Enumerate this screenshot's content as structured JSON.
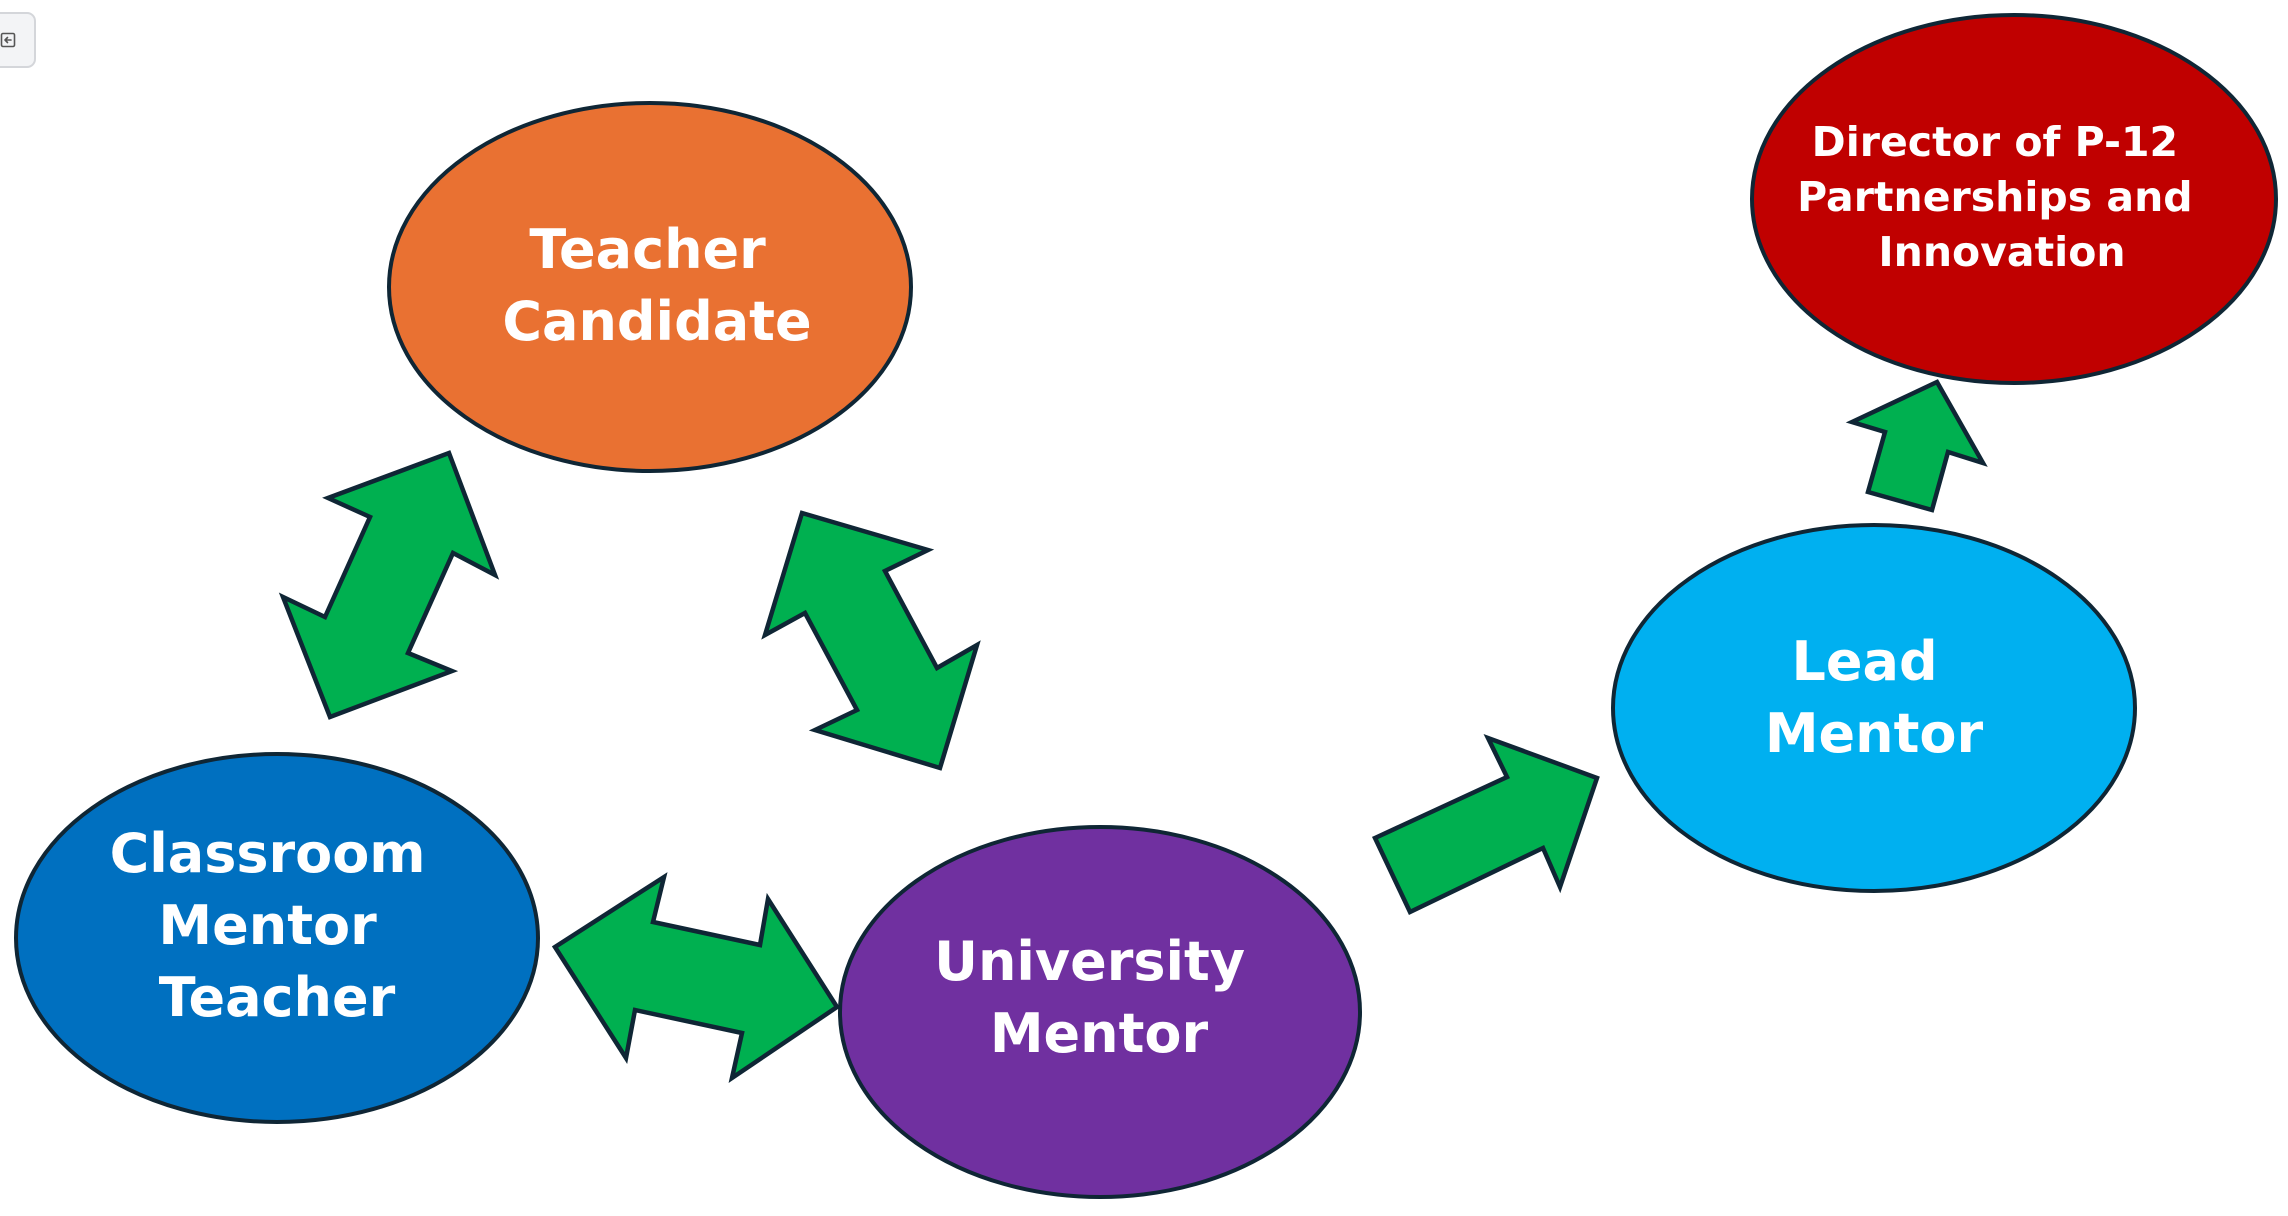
{
  "toolbar": {
    "collapse_button": {
      "icon": "exit-panel-icon",
      "symbol": "←"
    }
  },
  "diagram": {
    "title": "",
    "stroke_color": "#0f2635",
    "arrow_color": "#00b050",
    "nodes": [
      {
        "id": "teacher-candidate",
        "lines": [
          "Teacher",
          "Candidate"
        ],
        "color": "#e97132"
      },
      {
        "id": "classroom-mentor-teacher",
        "lines": [
          "Classroom",
          "Mentor",
          "Teacher"
        ],
        "color": "#0070c0"
      },
      {
        "id": "university-mentor",
        "lines": [
          "University",
          "Mentor"
        ],
        "color": "#7030a0"
      },
      {
        "id": "lead-mentor",
        "lines": [
          "Lead",
          "Mentor"
        ],
        "color": "#00b0f0"
      },
      {
        "id": "director",
        "lines": [
          "Director of P-12",
          "Partnerships and",
          "Innovation"
        ],
        "color": "#c00000"
      }
    ],
    "edges": [
      {
        "from": "teacher-candidate",
        "to": "classroom-mentor-teacher",
        "direction": "both"
      },
      {
        "from": "teacher-candidate",
        "to": "university-mentor",
        "direction": "both"
      },
      {
        "from": "classroom-mentor-teacher",
        "to": "university-mentor",
        "direction": "both"
      },
      {
        "from": "university-mentor",
        "to": "lead-mentor",
        "direction": "forward"
      },
      {
        "from": "lead-mentor",
        "to": "director",
        "direction": "forward"
      }
    ]
  }
}
